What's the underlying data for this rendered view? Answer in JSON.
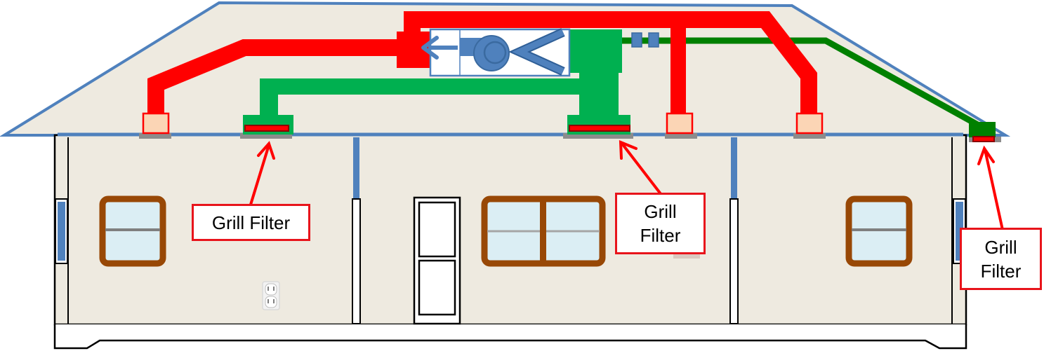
{
  "callouts": {
    "left": {
      "text": "Grill Filter"
    },
    "center": {
      "line1": "Grill",
      "line2": "Filter"
    },
    "right": {
      "line1": "Grill",
      "line2": "Filter"
    }
  },
  "colors": {
    "supply_duct": "#ff0000",
    "return_duct": "#00b050",
    "outside_air_duct": "#008000",
    "roof_outline": "#4f81bd",
    "wall_fill": "#eeeae0",
    "window_frame": "#984806",
    "window_glass": "#dbeef4",
    "register_boot": "#fbd5b5",
    "callout_border": "#e8141b"
  },
  "icons": [
    "blower-icon",
    "air-flow-arrow-icon",
    "coil-icon",
    "outlet-icon",
    "door-icon"
  ]
}
